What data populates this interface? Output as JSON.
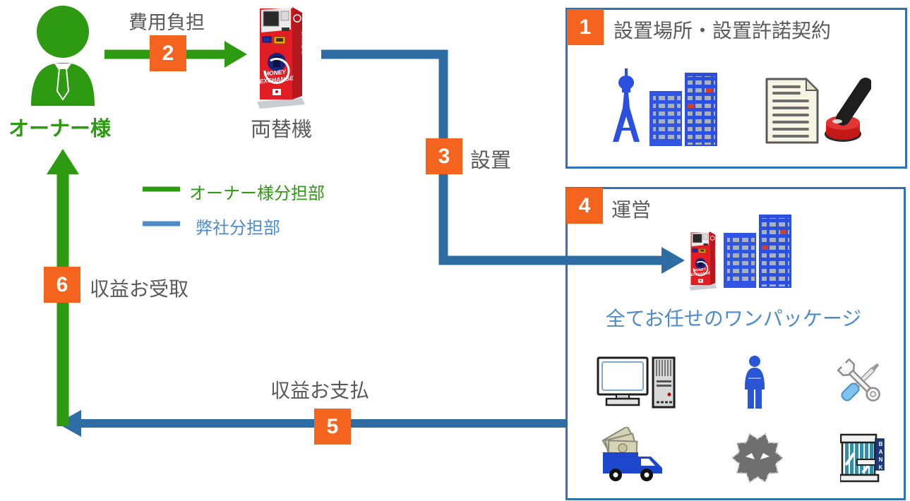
{
  "colors": {
    "owner_green": "#2D9A12",
    "company_blue": "#2E6DA4",
    "company_blue_light": "#4E8BC8",
    "step_orange": "#F4641E",
    "text_gray": "#595959",
    "box_border_blue": "#2E74B5",
    "machine_red": "#E21E24"
  },
  "owner": {
    "label": "オーナー様"
  },
  "machine": {
    "label": "両替機",
    "brand_top": "MONEY",
    "brand_bottom": "EXCHANGE",
    "side_text": "外貨両替"
  },
  "steps": [
    {
      "num": "1",
      "label": "設置場所・設置許諾契約"
    },
    {
      "num": "2",
      "label": "費用負担"
    },
    {
      "num": "3",
      "label": "設置"
    },
    {
      "num": "4",
      "label": "運営"
    },
    {
      "num": "5",
      "label": "収益お支払"
    },
    {
      "num": "6",
      "label": "収益お受取"
    }
  ],
  "legend": {
    "owner_label": "オーナー様分担部",
    "company_label": "弊社分担部"
  },
  "box1": {
    "icons": [
      "landmark-tower",
      "office-buildings",
      "contract-seal"
    ]
  },
  "box4": {
    "tagline": "全てお任せのワンパッケージ",
    "bank_sign": "BANK",
    "icons": [
      "exchange-machine",
      "office-buildings",
      "monitoring-computer",
      "staff-person",
      "maintenance-tools",
      "cash-collection-truck",
      "security-threat",
      "bank-deposit"
    ]
  }
}
